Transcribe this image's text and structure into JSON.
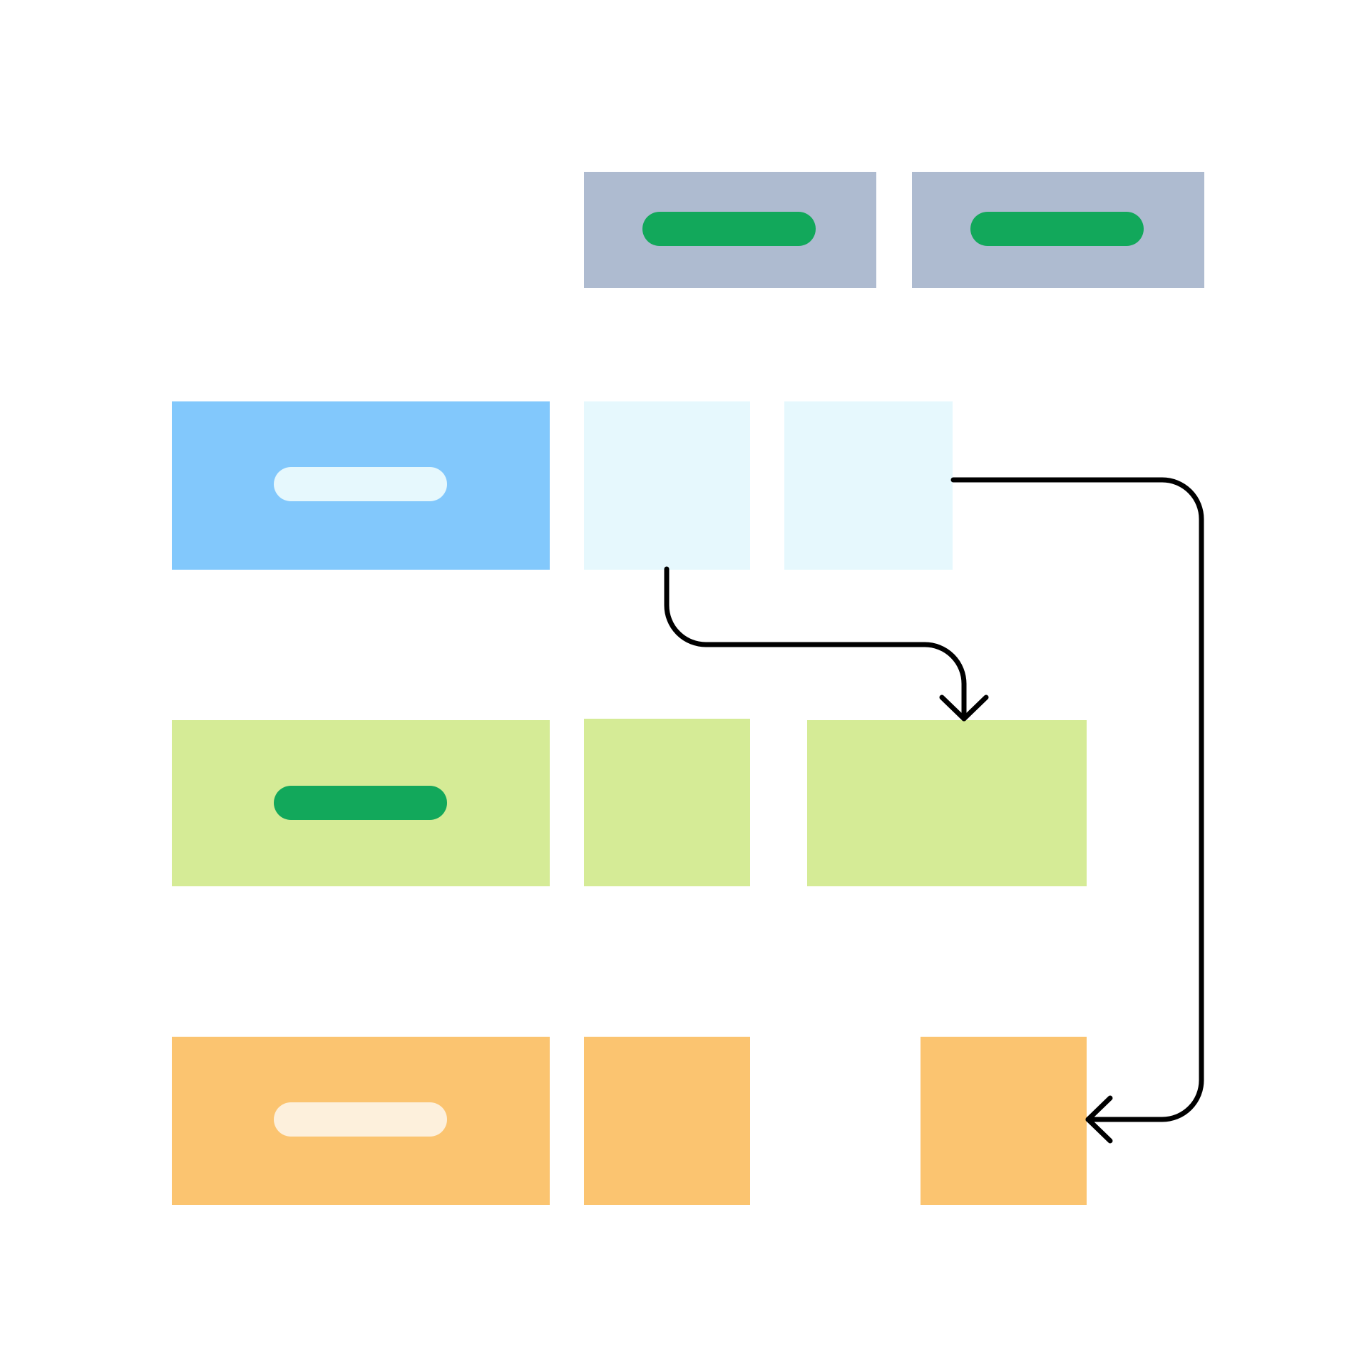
{
  "colors": {
    "header_block": "#aebbd0",
    "header_pill": "#12a85b",
    "row1_main": "#82c8fc",
    "row1_pill": "#e6f8fd",
    "row1_cell": "#e6f8fd",
    "row2_main": "#d5eb96",
    "row2_pill": "#12a85b",
    "row2_cell": "#d5eb96",
    "row3_main": "#fbc470",
    "row3_pill": "#fdf0dc",
    "row3_cell": "#fbc470",
    "connector": "#000000"
  },
  "header": {
    "blocks": [
      {
        "name": "header-block-1",
        "pill": "header-pill-1"
      },
      {
        "name": "header-block-2",
        "pill": "header-pill-2"
      }
    ]
  },
  "rows": [
    {
      "name": "row-1",
      "cells": 2
    },
    {
      "name": "row-2",
      "cells": 2
    },
    {
      "name": "row-3",
      "cells": 2
    }
  ],
  "connectors": [
    {
      "name": "connector-row1-cell1-to-row2-cell2",
      "from": "row1-cell-1",
      "to": "row2-cell-2",
      "arrow": "down"
    },
    {
      "name": "connector-row1-cell2-to-row3-cell2",
      "from": "row1-cell-2",
      "to": "row3-cell-2",
      "arrow": "left"
    }
  ]
}
